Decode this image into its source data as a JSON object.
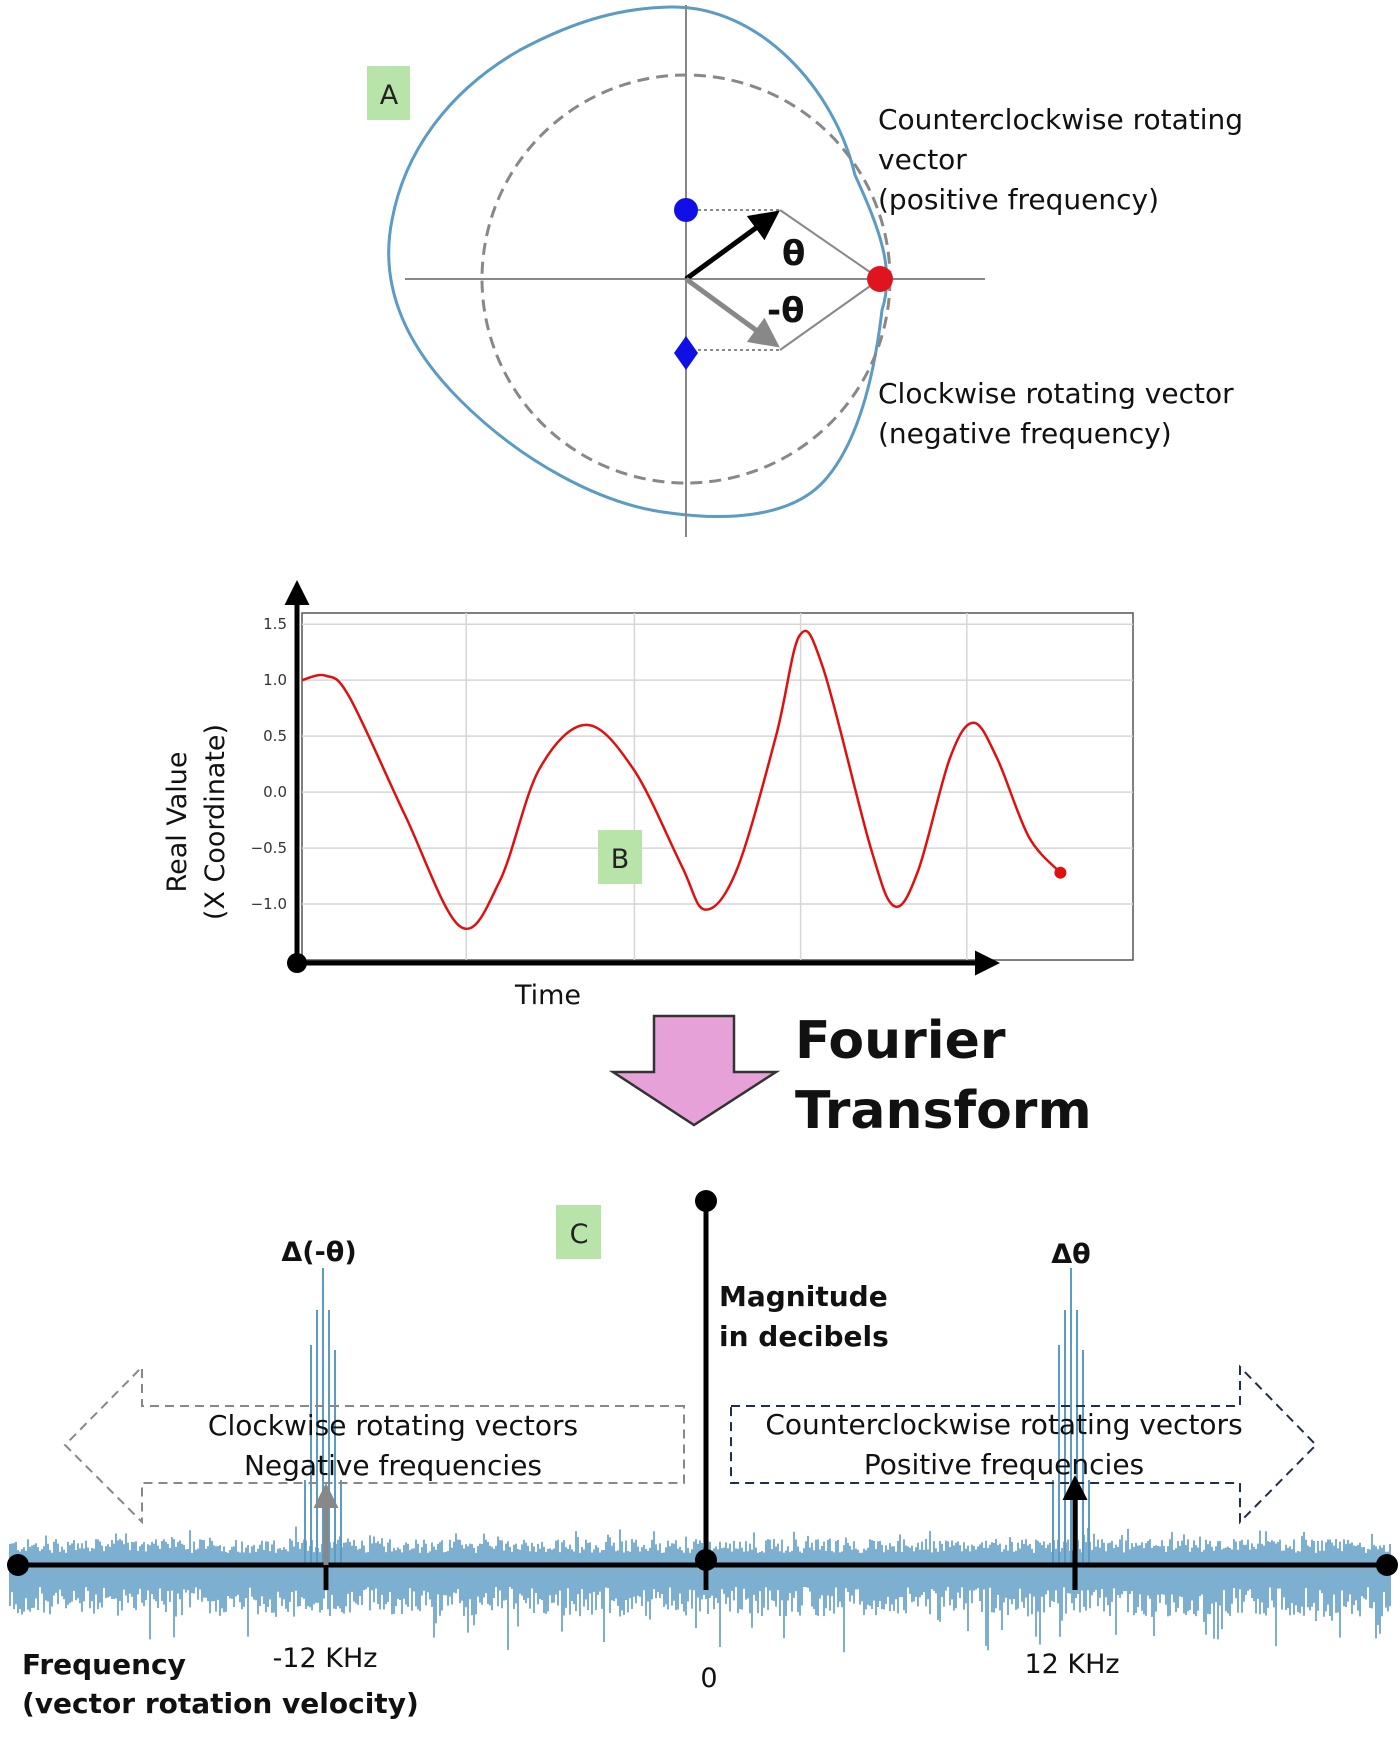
{
  "panels": {
    "a": {
      "tag": "A"
    },
    "b": {
      "tag": "B"
    },
    "c": {
      "tag": "C"
    }
  },
  "phasor": {
    "theta_label": "θ",
    "neg_theta_label": "-θ",
    "ccw_caption": [
      "Counterclockwise rotating",
      "vector",
      "(positive frequency)"
    ],
    "cw_caption": [
      "Clockwise rotating vector",
      "(negative frequency)"
    ],
    "colors": {
      "outline": "#5b9bc4",
      "dot": "#1010e6",
      "red": "#e0141e"
    }
  },
  "transform": {
    "label_line1": "Fourier",
    "label_line2": "Transform",
    "arrow_color": "#e6a2d8"
  },
  "spectrum": {
    "neg_peak_label": "Δ(-θ)",
    "pos_peak_label": "Δθ",
    "y_label": [
      "Magnitude",
      "in decibels"
    ],
    "cw_box": [
      "Clockwise rotating vectors",
      "Negative frequencies"
    ],
    "ccw_box": [
      "Counterclockwise rotating vectors",
      "Positive frequencies"
    ],
    "x_ticks": [
      "-12 KHz",
      "0",
      "12 KHz"
    ],
    "x_label": [
      "Frequency",
      "(vector rotation velocity)"
    ],
    "noise_color": "#5b9bc4"
  },
  "chart_data": {
    "type": "line",
    "title": "",
    "xlabel": "Time",
    "ylabel": [
      "Real Value",
      "(X Coordinate)"
    ],
    "ylim": [
      -1.5,
      1.6
    ],
    "yticks": [
      "1.5",
      "1.0",
      "0.5",
      "0.0",
      "−0.5",
      "−1.0"
    ],
    "ytick_values": [
      1.5,
      1.0,
      0.5,
      0.0,
      -0.5,
      -1.0
    ],
    "grid": true,
    "line_color": "#e01010",
    "series": [
      {
        "values": [
          {
            "t": 0.0,
            "y": 1.0
          },
          {
            "t": 0.03,
            "y": 1.04
          },
          {
            "t": 0.06,
            "y": 0.85
          },
          {
            "t": 0.13,
            "y": -0.2
          },
          {
            "t": 0.2,
            "y": -1.2
          },
          {
            "t": 0.25,
            "y": -0.8
          },
          {
            "t": 0.3,
            "y": 0.2
          },
          {
            "t": 0.36,
            "y": 0.6
          },
          {
            "t": 0.42,
            "y": 0.2
          },
          {
            "t": 0.48,
            "y": -0.65
          },
          {
            "t": 0.51,
            "y": -1.05
          },
          {
            "t": 0.55,
            "y": -0.7
          },
          {
            "t": 0.6,
            "y": 0.5
          },
          {
            "t": 0.63,
            "y": 1.4
          },
          {
            "t": 0.66,
            "y": 1.1
          },
          {
            "t": 0.72,
            "y": -0.5
          },
          {
            "t": 0.75,
            "y": -1.02
          },
          {
            "t": 0.78,
            "y": -0.7
          },
          {
            "t": 0.82,
            "y": 0.3
          },
          {
            "t": 0.85,
            "y": 0.62
          },
          {
            "t": 0.88,
            "y": 0.3
          },
          {
            "t": 0.92,
            "y": -0.4
          },
          {
            "t": 0.96,
            "y": -0.72
          }
        ]
      }
    ]
  }
}
